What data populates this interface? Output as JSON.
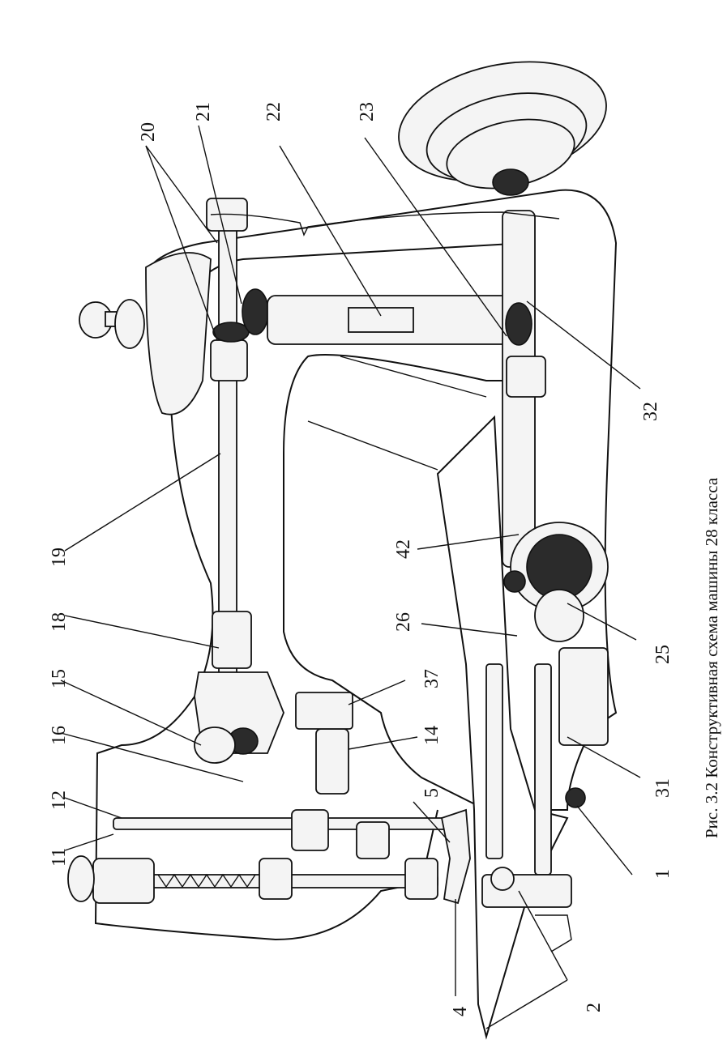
{
  "caption": "Рис. 3.2  Конструктивная схема  машины 28 класса",
  "labels": [
    "20",
    "21",
    "22",
    "23",
    "32",
    "19",
    "18",
    "15",
    "16",
    "12",
    "11",
    "42",
    "26",
    "37",
    "14",
    "5",
    "25",
    "31",
    "1",
    "4",
    "2"
  ]
}
